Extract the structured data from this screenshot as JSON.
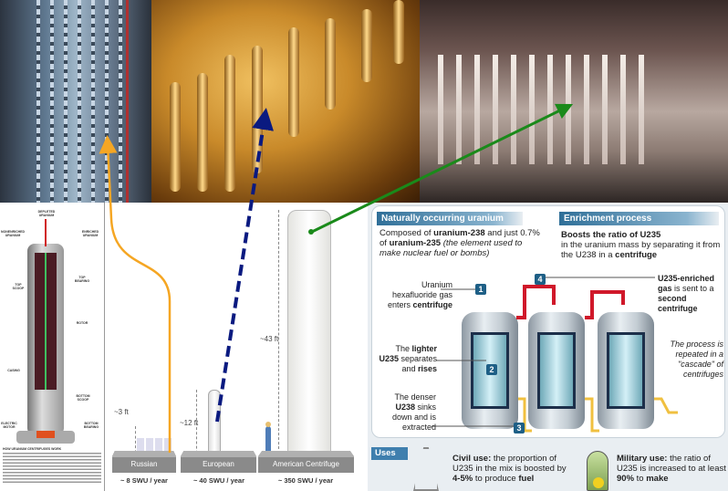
{
  "left_diagram": {
    "labels": {
      "depleted": "DEPLETED URANIUM",
      "nonenriched": "NONENRICHED URANIUM",
      "enriched": "ENRICHED URANIUM",
      "top_bearing": "TOP BEARING",
      "top_scoop": "TOP SCOOP",
      "rotor": "ROTOR",
      "casing": "CASING",
      "bottom_scoop": "BOTTOM SCOOP",
      "bottom_bearing": "BOTTOM BEARING",
      "motor": "ELECTRIC MOTOR"
    },
    "caption_title": "HOW URANIUM CENTRIFUGES WORK"
  },
  "comparison": {
    "items": [
      {
        "name": "Russian",
        "height": "~3 ft",
        "swu": "~ 8 SWU / year"
      },
      {
        "name": "European",
        "height": "~12 ft",
        "swu": "~ 40 SWU / year"
      },
      {
        "name": "American Centrifuge",
        "height": "~43 ft",
        "swu": "~ 350 SWU / year"
      }
    ]
  },
  "infographic": {
    "natural_header": "Naturally occurring uranium",
    "natural_text_1": "Composed of ",
    "natural_bold_1": "uranium-238",
    "natural_text_2": " and just 0.7% of ",
    "natural_bold_2": "uranium-235",
    "natural_italic": " (the element used to make nuclear fuel or bombs)",
    "enrich_header": "Enrichment process",
    "enrich_bold": "Boosts the ratio of U235",
    "enrich_text": "in the uranium mass by separating it from the U238 in a ",
    "enrich_bold_2": "centrifuge",
    "step1": "1",
    "step2": "2",
    "step3": "3",
    "step4": "4",
    "step1_text": "Uranium hexafluoride gas enters ",
    "step1_bold": "centrifuge",
    "step2_a": "The ",
    "step2_b": "lighter",
    "step2_c": "U235",
    "step2_d": " separates and ",
    "step2_e": "rises",
    "step3_a": "The denser ",
    "step3_b": "U238",
    "step3_c": " sinks down and is extracted",
    "step4_a": "U235-enriched gas",
    "step4_b": " is sent to a ",
    "step4_c": "second centrifuge",
    "cascade": "The process is repeated in a \"cascade\" of centrifuges",
    "uses_header": "Uses",
    "civil_bold": "Civil use:",
    "civil_text": " the proportion of U235 in the mix is boosted by ",
    "civil_bold_2": "4-5%",
    "civil_text_2": " to produce ",
    "civil_bold_3": "fuel",
    "military_bold": "Military use:",
    "military_text": " the ratio of U235 is increased to at least ",
    "military_bold_2": "90%",
    "military_text_2": " to ",
    "military_bold_3": "make"
  },
  "arrows": {
    "russian": "#f5a623",
    "european": "#0a1a80",
    "american": "#1a8a1a"
  }
}
